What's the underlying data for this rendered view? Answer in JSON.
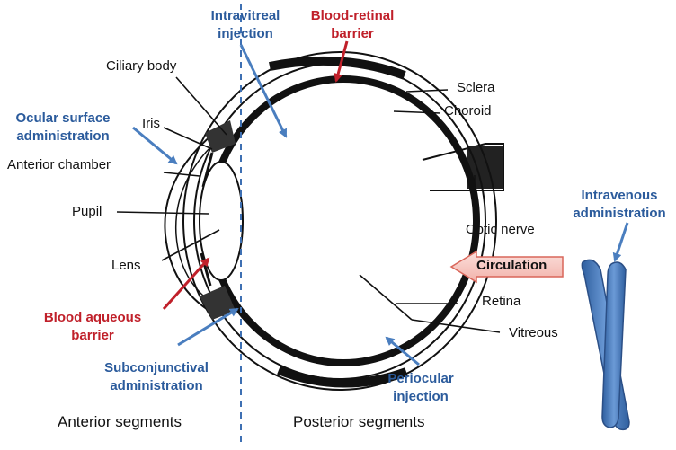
{
  "labels": {
    "intravitreal": "Intravitreal injection",
    "blood_retinal": "Blood-retinal barrier",
    "ciliary_body": "Ciliary body",
    "sclera": "Sclera",
    "choroid": "Choroid",
    "iris": "Iris",
    "ocular_surface": "Ocular surface administration",
    "anterior_chamber": "Anterior chamber",
    "pupil": "Pupil",
    "optic_nerve": "Optic nerve",
    "intravenous": "Intravenous administration",
    "lens": "Lens",
    "circulation": "Circulation",
    "retina": "Retina",
    "vitreous": "Vitreous",
    "blood_aqueous": "Blood aqueous barrier",
    "subconjunctival": "Subconjunctival administration",
    "periocular": "Periocular injection",
    "anterior_segments": "Anterior segments",
    "posterior_segments": "Posterior segments"
  },
  "colors": {
    "route_blue": "#2b5b9c",
    "arrow_blue": "#4a7ebf",
    "barrier_red": "#c0202a",
    "circulation_fill": "#f6c6c0",
    "circulation_stroke": "#d9665a",
    "eye_black": "#111111"
  }
}
